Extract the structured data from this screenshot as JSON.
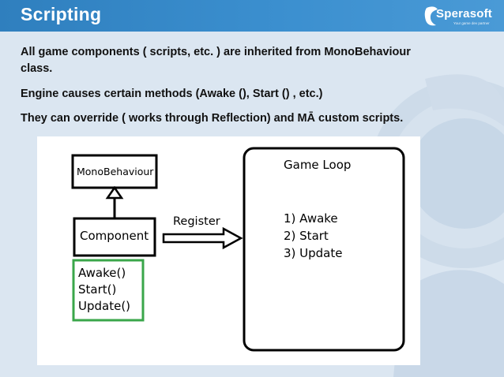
{
  "header": {
    "title": "Scripting",
    "logo_text": "Sperasoft",
    "logo_tagline": "Your game dev partner"
  },
  "content": {
    "lines": [
      "All game components ( scripts, etc. ) are inherited from MonoBehaviour class.",
      "Engine causes certain methods (Awake (), Start () , etc.)",
      "They can override ( works through Reflection) and MĀ custom scripts."
    ]
  },
  "diagram": {
    "monobehaviour_label": "MonoBehaviour",
    "component_label": "Component",
    "methods": [
      "Awake()",
      "Start()",
      "Update()"
    ],
    "register_label": "Register",
    "game_loop_title": "Game Loop",
    "game_loop_items": [
      "1) Awake",
      "2) Start",
      "3) Update"
    ]
  },
  "colors": {
    "header_blue": "#3b8fcf",
    "methods_border": "#3aa64a",
    "background": "#dbe6f1"
  }
}
